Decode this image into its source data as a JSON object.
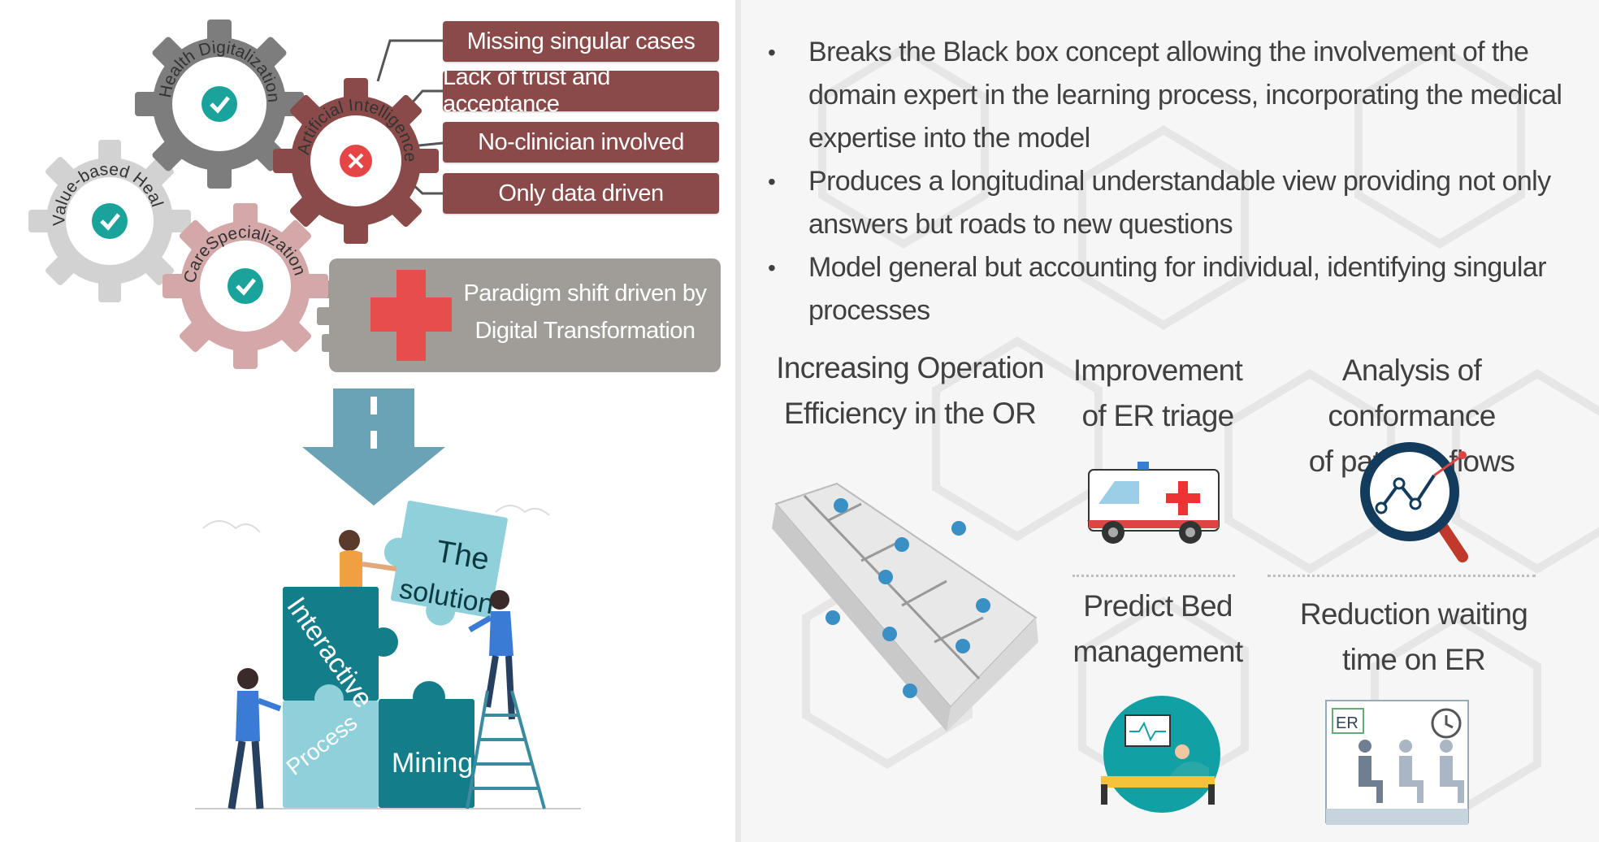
{
  "left_panel": {
    "gears": {
      "health_digitalization": "Health Digitalization",
      "value_based_health_care": "Value-based Health care",
      "care_specialization": "CareSpecialization",
      "artificial_intelligence": "Artificial Intelligence"
    },
    "ai_limitations": [
      "Missing singular cases",
      "Lack of trust and acceptance",
      "No-clinician involved",
      "Only data driven"
    ],
    "paradigm_shift": {
      "line1": "Paradigm shift driven by",
      "line2": "Digital Transformation"
    },
    "puzzle": {
      "the_solution_1": "The",
      "the_solution_2": "solution",
      "interactive": "Interactive",
      "process": "Process",
      "mining": "Mining"
    }
  },
  "right_panel": {
    "bullets": [
      "Breaks the Black box concept allowing the involvement of the domain expert in the learning process, incorporating the medical expertise into the model",
      "Produces a  longitudinal understandable view providing not only answers but roads to new questions",
      "Model general but accounting for individual, identifying singular processes"
    ],
    "applications": {
      "or_efficiency": {
        "line1": "Increasing Operation",
        "line2": "Efficiency  in the OR"
      },
      "er_triage": {
        "line1": "Improvement",
        "line2": "of ER triage"
      },
      "conformance": {
        "line1": "Analysis of conformance",
        "line2": "of  patients flows"
      },
      "bed_management": {
        "line1": "Predict Bed",
        "line2": "management"
      },
      "waiting_time": {
        "line1": "Reduction waiting",
        "line2": "time on ER"
      }
    },
    "er_sign": "ER"
  },
  "colors": {
    "tag_red": "#8b4a4a",
    "gear_gray": "#7d7d7d",
    "gear_light": "#d2d2d2",
    "gear_pink": "#d4a8a8",
    "check_teal": "#1aa39a",
    "cross_red": "#e64545",
    "medical_red": "#e84d4d",
    "arrow_blue": "#6aa3b6",
    "puzzle_dark_teal": "#137e8a",
    "puzzle_light_teal": "#8fd0db",
    "text_gray": "#404040"
  }
}
